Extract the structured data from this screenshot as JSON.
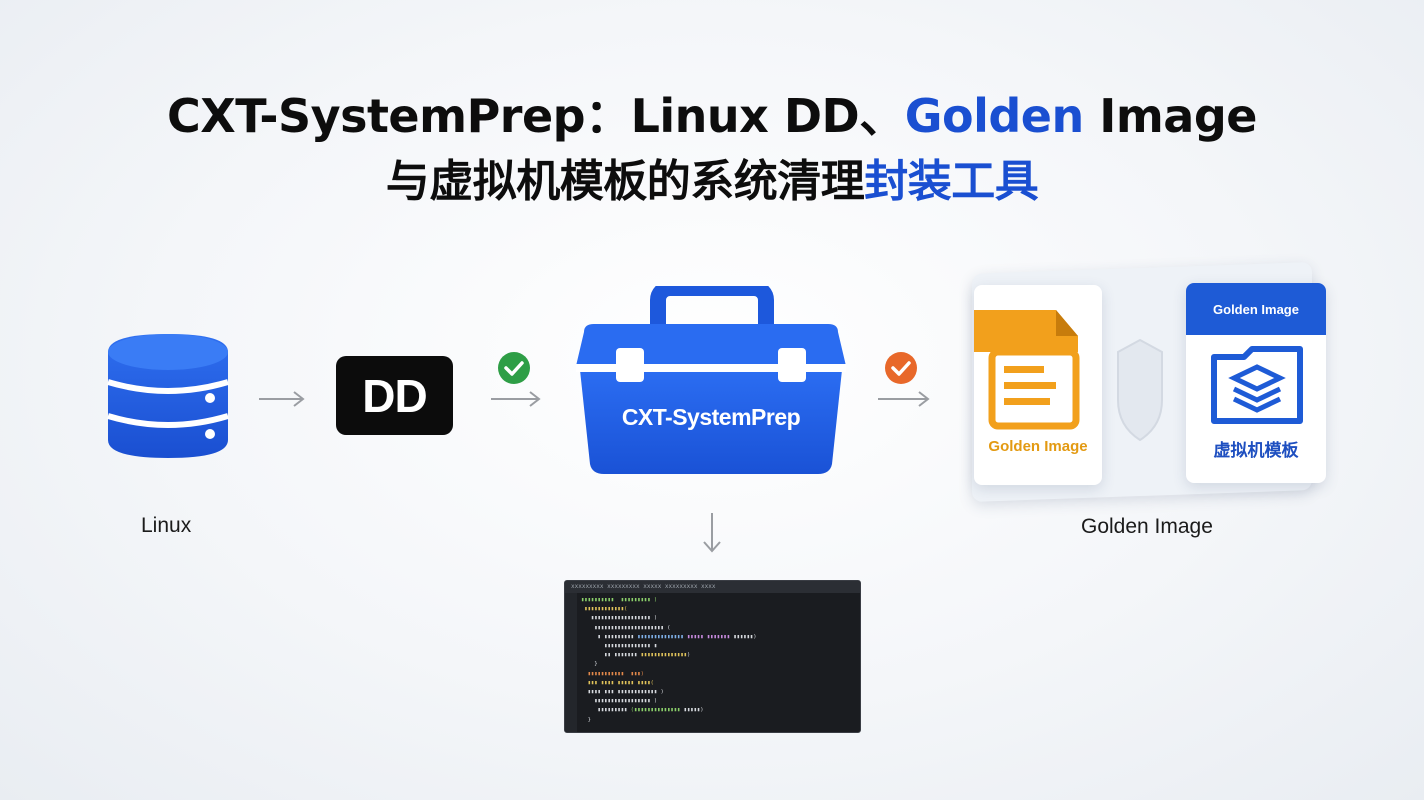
{
  "title": {
    "line1_prefix": "CXT-SystemPrep：Linux DD、",
    "line1_accent": "Golden",
    "line1_suffix": " Image",
    "line2_prefix": "与虚拟机模板的系统清理",
    "line2_accent": "封装工具"
  },
  "nodes": {
    "linux_label": "Linux",
    "dd_label": "DD",
    "toolbox_label": "CXT-SystemPrep",
    "golden_label": "Golden Image",
    "card_left_caption": "Golden Image",
    "card_right_header": "Golden Image",
    "card_right_caption": "虚拟机模板"
  },
  "colors": {
    "accent_blue": "#1a4fd1",
    "check_green": "#2e9e46",
    "check_orange": "#e8682a",
    "folder_orange": "#f2a01c",
    "toolbox_blue": "#1f5fe0"
  },
  "icons": {
    "linux": "database-icon",
    "check1": "check-circle-icon",
    "toolbox": "toolbox-icon",
    "check2": "check-circle-icon",
    "golden_left": "document-icon",
    "golden_right": "layers-folder-icon"
  },
  "editor": {
    "titlebar": "xxxxxxxxx  xxxxxxxxx  xxxxx  xxxxxxxxx  xxxx"
  }
}
